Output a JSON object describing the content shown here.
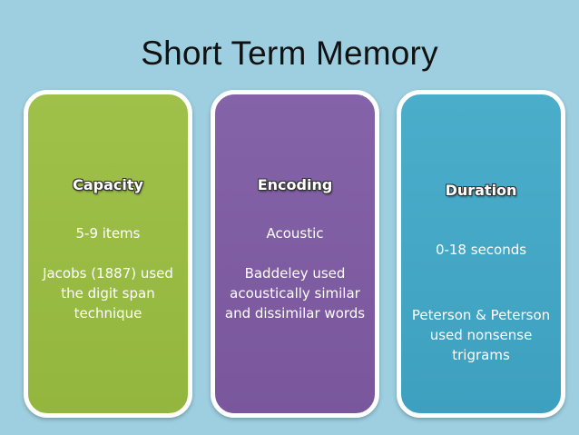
{
  "slide": {
    "title": "Short Term Memory"
  },
  "cards": {
    "capacity": {
      "header": "Capacity",
      "line1": "5-9 items",
      "line2": "Jacobs (1887) used the digit span technique"
    },
    "encoding": {
      "header": "Encoding",
      "line1": "Acoustic",
      "line2": "Baddeley used acoustically similar and dissimilar words"
    },
    "duration": {
      "header": "Duration",
      "line1": "0-18 seconds",
      "line2": "Peterson & Peterson used nonsense trigrams"
    }
  },
  "colors": {
    "background": "#9dcfe0",
    "capacity": "#9bbd45",
    "encoding": "#7f5da2",
    "duration": "#44a7c5"
  }
}
